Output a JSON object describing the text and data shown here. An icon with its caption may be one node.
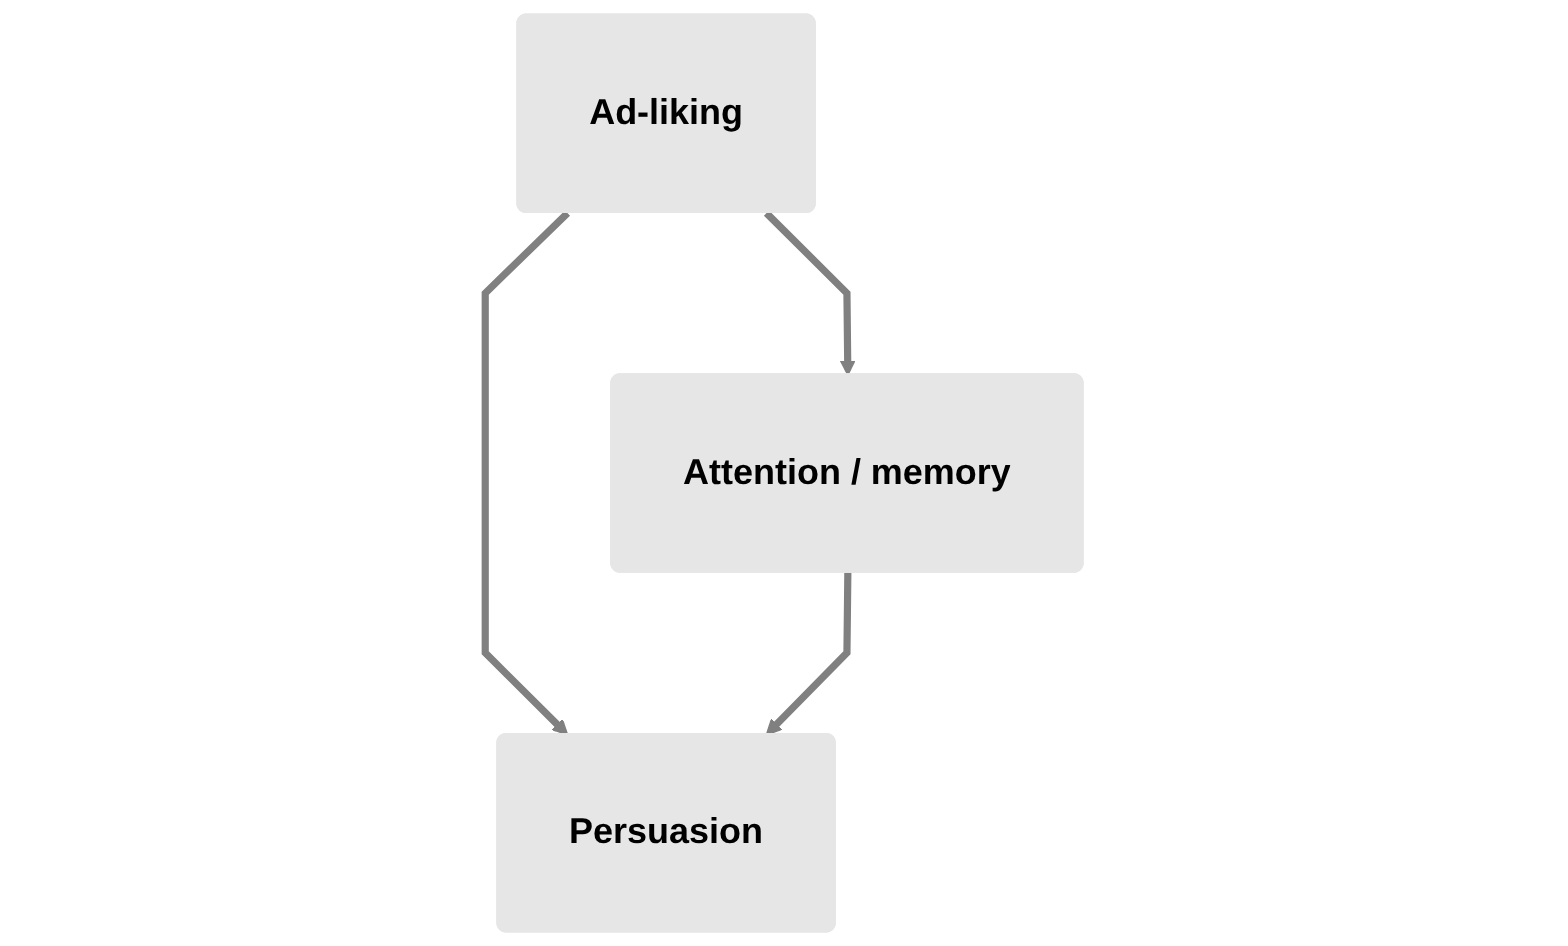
{
  "diagram": {
    "nodes": [
      {
        "text": [
          "Ad-liking"
        ]
      },
      {
        "text": [
          "Attention / memory"
        ]
      },
      {
        "text": [
          "Persuasion"
        ]
      }
    ],
    "edges": [
      {
        "from": 0,
        "to": 1,
        "arrow": "to"
      },
      {
        "from": 0,
        "to": 2,
        "arrow": "to"
      },
      {
        "from": 1,
        "to": 2,
        "arrow": "to"
      }
    ]
  }
}
